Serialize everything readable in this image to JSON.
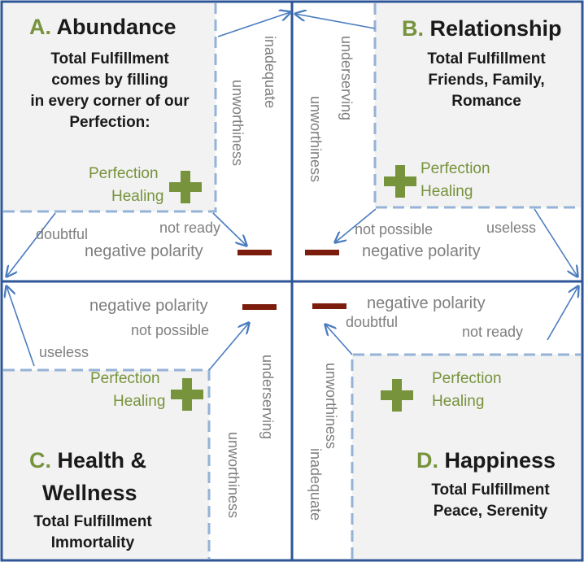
{
  "colors": {
    "frame": "#2e5597",
    "dashed": "#95b3d7",
    "box_fill": "#f2f2f2",
    "accent_green": "#77933c",
    "minus": "#7b1c0c",
    "grey_text": "#7f7f7f",
    "arrow": "#4a7cbf"
  },
  "quadrants": {
    "a": {
      "letter": "A.",
      "title": "Abundance",
      "lines": [
        "Total Fulfillment",
        "comes by filling",
        "in every corner of our",
        "Perfection:"
      ],
      "plus_label_1": "Perfection",
      "plus_label_2": "Healing",
      "labels": {
        "inadequate": "inadequate",
        "unworthiness": "unworthiness",
        "doubtful": "doubtful",
        "not_ready": "not ready",
        "negative_polarity": "negative polarity"
      }
    },
    "b": {
      "letter": "B.",
      "title": "Relationship",
      "lines": [
        "Total Fulfillment",
        "Friends, Family,",
        "Romance"
      ],
      "plus_label_1": "Perfection",
      "plus_label_2": "Healing",
      "labels": {
        "underserving": "underserving",
        "unworthiness": "unworthiness",
        "not_possible": "not possible",
        "useless": "useless",
        "negative_polarity": "negative polarity"
      }
    },
    "c": {
      "letter": "C.",
      "title_line1": "Health &",
      "title_line2": "Wellness",
      "lines": [
        "Total Fulfillment",
        "Immortality"
      ],
      "plus_label_1": "Perfection",
      "plus_label_2": "Healing",
      "labels": {
        "negative_polarity": "negative polarity",
        "not_possible": "not possible",
        "useless": "useless",
        "underserving": "underserving",
        "unworthiness": "unworthiness"
      }
    },
    "d": {
      "letter": "D.",
      "title": "Happiness",
      "lines": [
        "Total Fulfillment",
        "Peace, Serenity"
      ],
      "plus_label_1": "Perfection",
      "plus_label_2": "Healing",
      "labels": {
        "negative_polarity": "negative polarity",
        "doubtful": "doubtful",
        "not_ready": "not ready",
        "unworthiness": "unworthiness",
        "inadequate": "inadequate"
      }
    }
  }
}
